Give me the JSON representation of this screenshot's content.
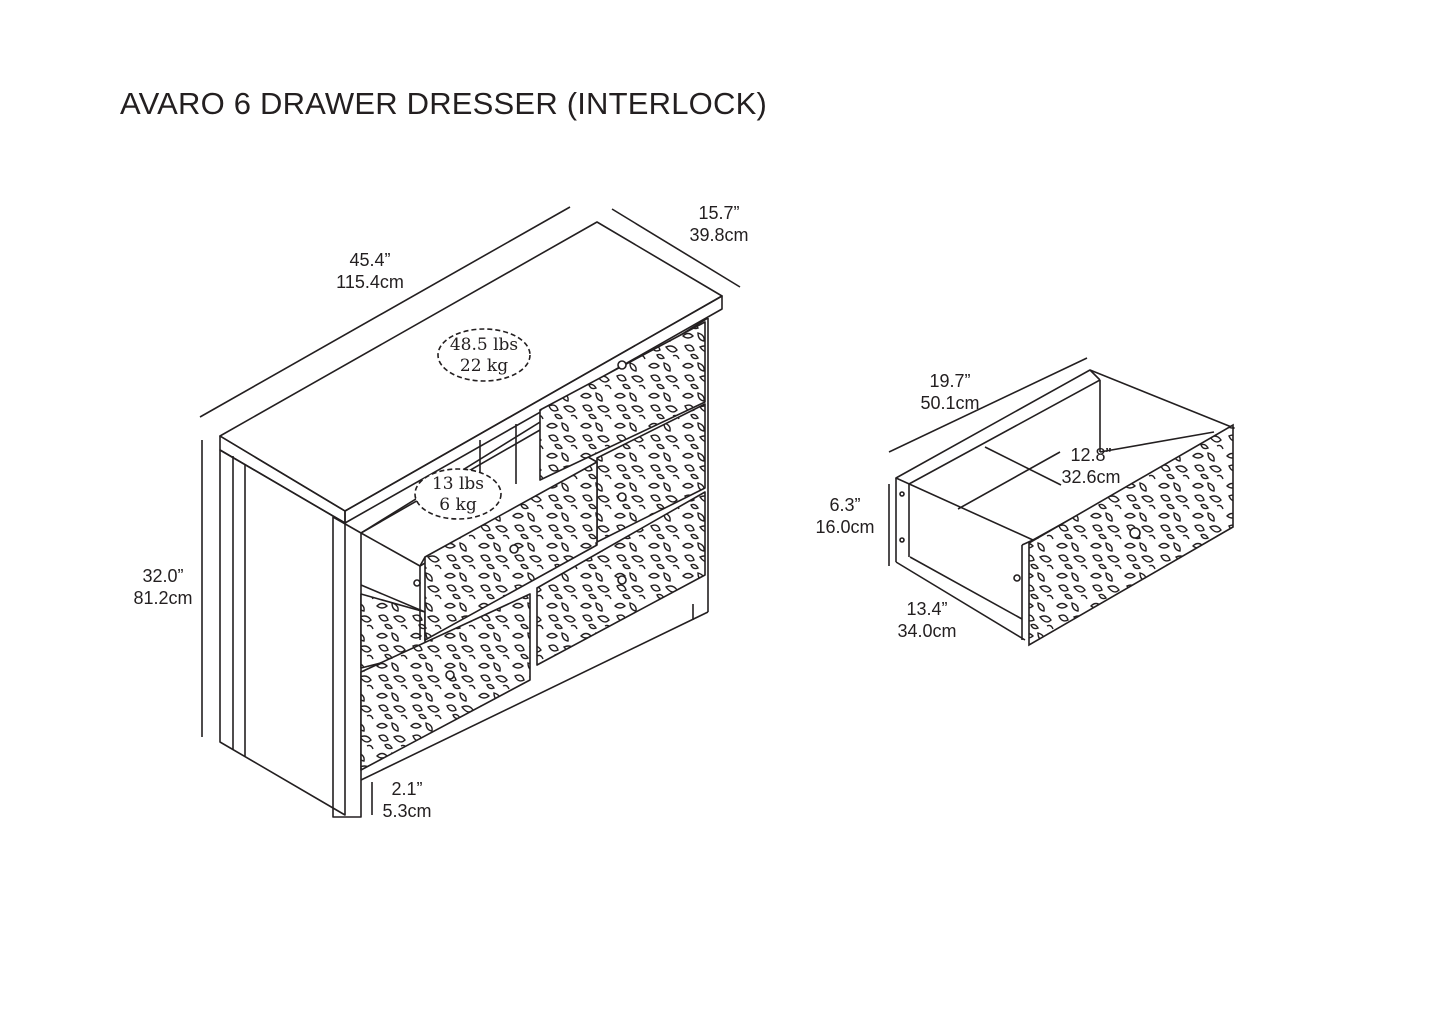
{
  "title": "AVARO 6 DRAWER DRESSER (INTERLOCK)",
  "dresser": {
    "width": {
      "imperial": "45.4”",
      "metric": "115.4cm"
    },
    "depth": {
      "imperial": "15.7”",
      "metric": "39.8cm"
    },
    "height": {
      "imperial": "32.0”",
      "metric": "81.2cm"
    },
    "leg_height": {
      "imperial": "2.1”",
      "metric": "5.3cm"
    },
    "total_weight": {
      "imperial": "48.5 lbs",
      "metric": "22 kg"
    },
    "drawer_weight": {
      "imperial": "13 lbs",
      "metric": "6 kg"
    }
  },
  "drawer": {
    "depth": {
      "imperial": "19.7”",
      "metric": "50.1cm"
    },
    "height": {
      "imperial": "6.3”",
      "metric": "16.0cm"
    },
    "width": {
      "imperial": "13.4”",
      "metric": "34.0cm"
    },
    "inner_width": {
      "imperial": "12.8”",
      "metric": "32.6cm"
    }
  },
  "colors": {
    "line": "#231f20",
    "background": "#ffffff"
  }
}
